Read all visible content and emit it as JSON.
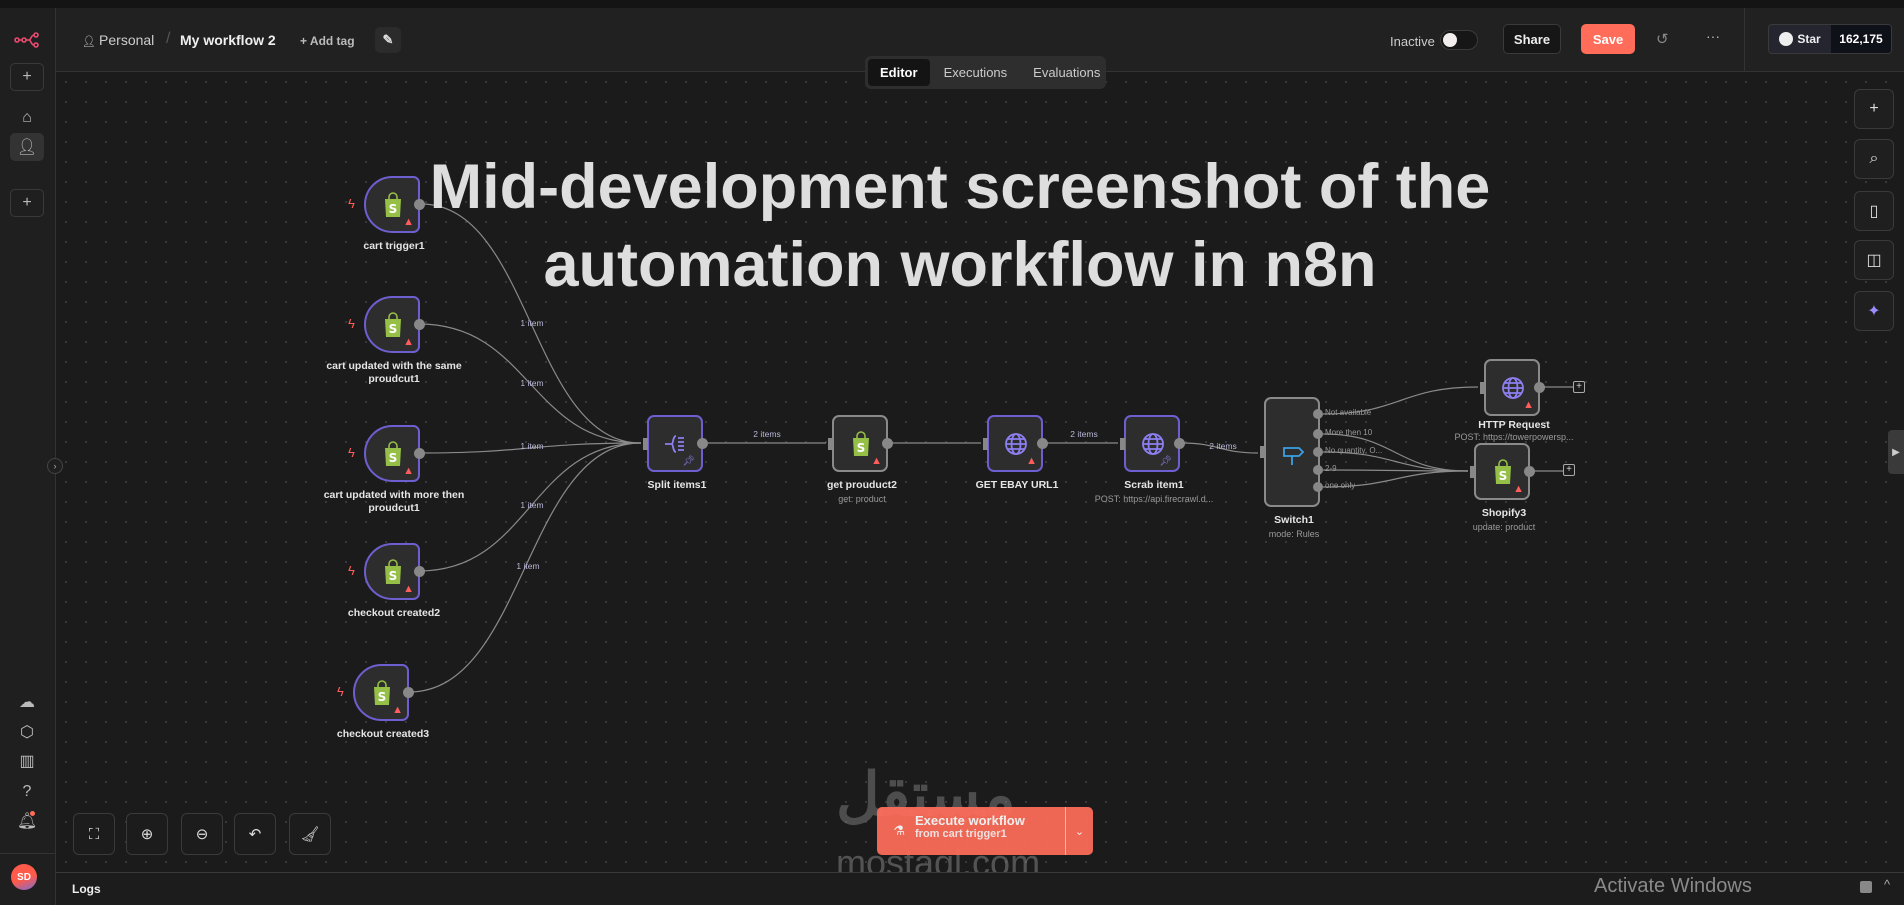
{
  "header": {
    "project": "Personal",
    "workflow_name": "My workflow 2",
    "add_tag": "+ Add tag",
    "status": "Inactive",
    "share": "Share",
    "save": "Save",
    "more": "···",
    "github_star": "Star",
    "github_count": "162,175"
  },
  "tabs": [
    {
      "label": "Editor",
      "active": true
    },
    {
      "label": "Executions"
    },
    {
      "label": "Evaluations"
    }
  ],
  "overlay": {
    "line1": "Mid-development screenshot of the",
    "line2": "automation workflow in n8n"
  },
  "nodes": [
    {
      "id": "cart-trigger1",
      "label": "cart trigger1",
      "icon": "shopify",
      "trigger": true,
      "purple": true,
      "warn": true
    },
    {
      "id": "cart-updated-same",
      "label": "cart updated with the same proudcut1",
      "icon": "shopify",
      "trigger": true,
      "purple": true,
      "warn": true
    },
    {
      "id": "cart-updated-more",
      "label": "cart updated with more then proudcut1",
      "icon": "shopify",
      "trigger": true,
      "purple": true,
      "warn": true
    },
    {
      "id": "checkout-created2",
      "label": "checkout created2",
      "icon": "shopify",
      "trigger": true,
      "purple": true,
      "warn": true
    },
    {
      "id": "checkout-created3",
      "label": "checkout created3",
      "icon": "shopify",
      "trigger": true,
      "purple": true,
      "warn": true
    },
    {
      "id": "split-items1",
      "label": "Split items1",
      "icon": "split",
      "purple": true,
      "pin": true
    },
    {
      "id": "get-prouduct2",
      "label": "get prouduct2",
      "sub": "get: product",
      "icon": "shopify",
      "warn": true
    },
    {
      "id": "get-ebay-url1",
      "label": "GET EBAY URL1",
      "icon": "globe",
      "purple": true,
      "warn": true
    },
    {
      "id": "scrab-item1",
      "label": "Scrab item1",
      "sub": "POST: https://api.firecrawl.d...",
      "icon": "globe",
      "purple": true,
      "pin": true
    },
    {
      "id": "switch1",
      "label": "Switch1",
      "sub": "mode: Rules",
      "icon": "switch"
    },
    {
      "id": "http-request",
      "label": "HTTP Request",
      "sub": "POST: https://towerpowersp...",
      "icon": "globe",
      "warn": true
    },
    {
      "id": "shopify3",
      "label": "Shopify3",
      "sub": "update: product",
      "icon": "shopify",
      "warn": true
    }
  ],
  "edge_labels": [
    "1 item",
    "1 item",
    "1 item",
    "1 item",
    "1 item",
    "2 items",
    "2 items",
    "2 items"
  ],
  "switch_outputs": [
    "Not available",
    "More then 10",
    "No quantity, O...",
    "2-9",
    "one only"
  ],
  "execute": {
    "label": "Execute workflow",
    "sub": "from cart trigger1"
  },
  "logs": "Logs",
  "avatar": "SD",
  "watermark": "mostaql.com",
  "os_notice": "Activate Windows",
  "colors": {
    "accent": "#ff6d5a",
    "node_purple": "#6e5fd0",
    "shopify": "#95bf47"
  }
}
